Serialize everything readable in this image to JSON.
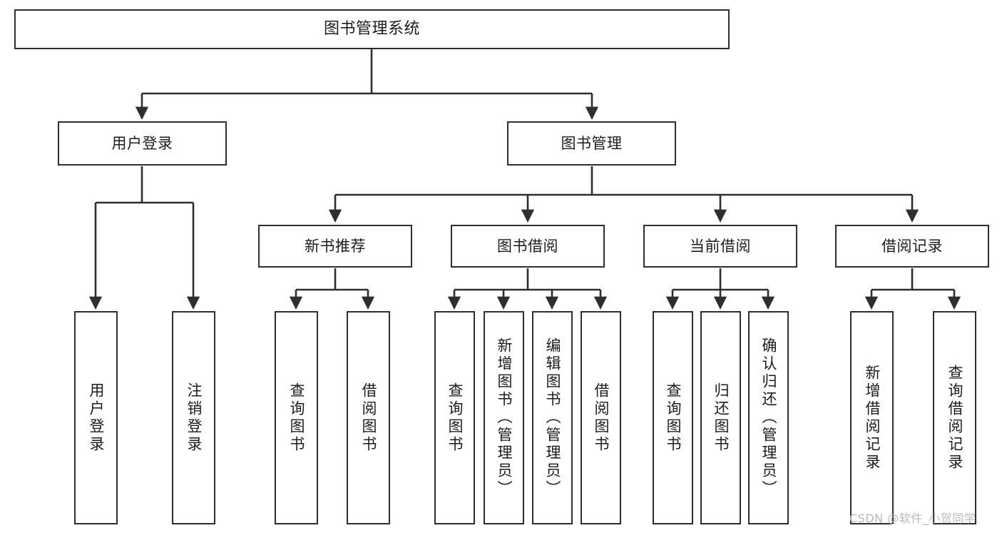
{
  "diagram": {
    "title": "图书管理系统",
    "type": "tree-hierarchy-chart",
    "watermark": "CSDN @软件_小贺同学",
    "colors": {
      "node_border": "#2e2e2e",
      "node_fill": "#ffffff",
      "edge": "#2e2e2e",
      "text": "#1c1c1c",
      "watermark": "#b9b9b9",
      "background": "#ffffff"
    },
    "nodes": {
      "root": {
        "label": "图书管理系统"
      },
      "level1": [
        {
          "id": "user-login",
          "label": "用户登录"
        },
        {
          "id": "book-manage",
          "label": "图书管理"
        }
      ],
      "level2": [
        {
          "id": "new-book-recommend",
          "label": "新书推荐"
        },
        {
          "id": "book-borrow",
          "label": "图书借阅"
        },
        {
          "id": "current-borrow",
          "label": "当前借阅"
        },
        {
          "id": "borrow-record",
          "label": "借阅记录"
        }
      ],
      "leaves": {
        "user_login": [
          {
            "id": "leaf-user-login",
            "label": "用户登录"
          },
          {
            "id": "leaf-logout-login",
            "label": "注销登录"
          }
        ],
        "new_book_recommend": [
          {
            "id": "leaf-query-book-1",
            "label": "查询图书"
          },
          {
            "id": "leaf-borrow-book-1",
            "label": "借阅图书"
          }
        ],
        "book_borrow": [
          {
            "id": "leaf-query-book-2",
            "label": "查询图书"
          },
          {
            "id": "leaf-add-book",
            "label": "新增图书（管理员）"
          },
          {
            "id": "leaf-edit-book",
            "label": "编辑图书（管理员）"
          },
          {
            "id": "leaf-borrow-book-2",
            "label": "借阅图书"
          }
        ],
        "current_borrow": [
          {
            "id": "leaf-query-book-3",
            "label": "查询图书"
          },
          {
            "id": "leaf-return-book",
            "label": "归还图书"
          },
          {
            "id": "leaf-confirm-return",
            "label": "确认归还（管理员）"
          }
        ],
        "borrow_record": [
          {
            "id": "leaf-add-record",
            "label": "新增借阅记录"
          },
          {
            "id": "leaf-query-record",
            "label": "查询借阅记录"
          }
        ]
      }
    }
  }
}
